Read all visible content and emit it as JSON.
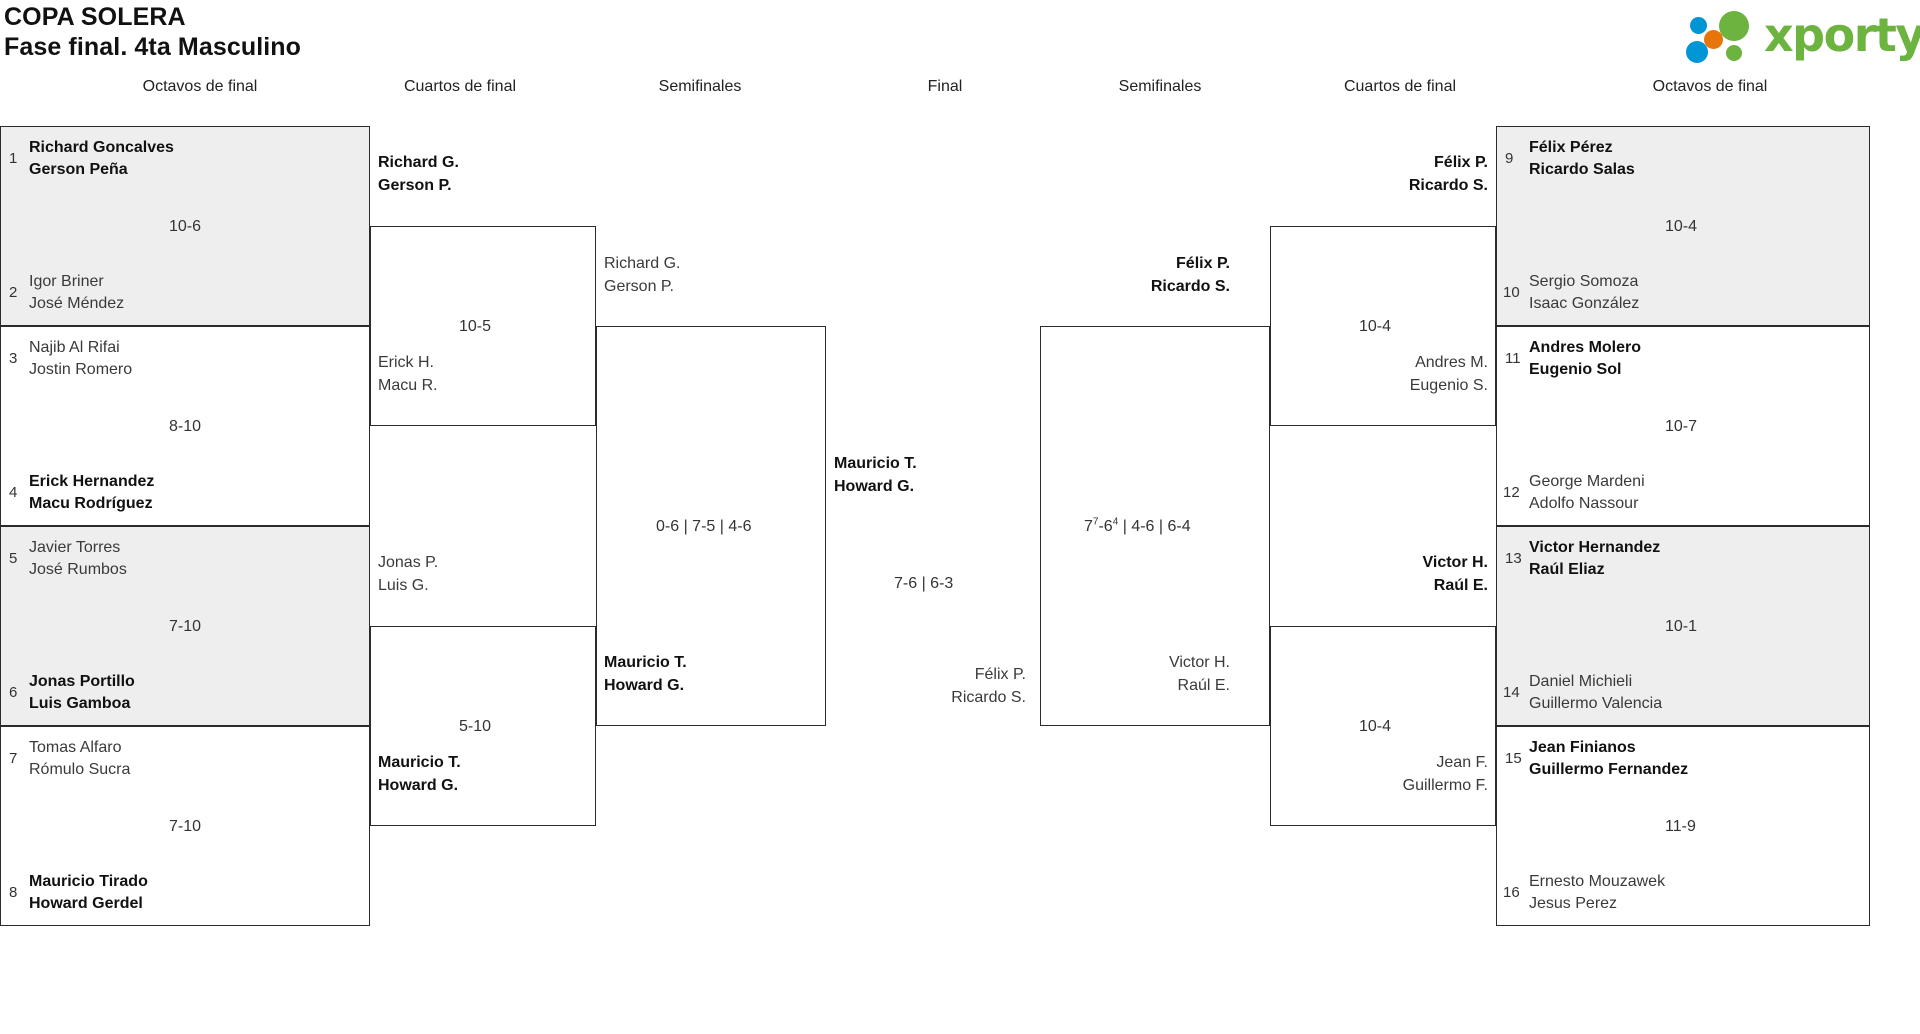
{
  "header": {
    "title": "COPA SOLERA",
    "subtitle": "Fase final. 4ta Masculino",
    "logo_text": "xporty",
    "logo_colors": {
      "green": "#6cb33f",
      "blue": "#0096d6",
      "orange": "#e8740c"
    }
  },
  "round_labels": {
    "left_r16": "Octavos de final",
    "left_qf": "Cuartos de final",
    "left_sf": "Semifinales",
    "final": "Final",
    "right_sf": "Semifinales",
    "right_qf": "Cuartos de final",
    "right_r16": "Octavos de final"
  },
  "left": {
    "r16": [
      {
        "seed_top": "1",
        "top_p1": "Richard Goncalves",
        "top_p2": "Gerson Peña",
        "top_won": true,
        "score": "10-6",
        "seed_bot": "2",
        "bot_p1": "Igor Briner",
        "bot_p2": "José Méndez",
        "bot_won": false,
        "shaded": true
      },
      {
        "seed_top": "3",
        "top_p1": "Najib Al Rifai",
        "top_p2": "Jostin Romero",
        "top_won": false,
        "score": "8-10",
        "seed_bot": "4",
        "bot_p1": "Erick Hernandez",
        "bot_p2": "Macu Rodríguez",
        "bot_won": true,
        "shaded": false
      },
      {
        "seed_top": "5",
        "top_p1": "Javier Torres",
        "top_p2": "José Rumbos",
        "top_won": false,
        "score": "7-10",
        "seed_bot": "6",
        "bot_p1": "Jonas Portillo",
        "bot_p2": "Luis Gamboa",
        "bot_won": true,
        "shaded": true
      },
      {
        "seed_top": "7",
        "top_p1": "Tomas Alfaro",
        "top_p2": "Rómulo Sucra",
        "top_won": false,
        "score": "7-10",
        "seed_bot": "8",
        "bot_p1": "Mauricio Tirado",
        "bot_p2": "Howard Gerdel",
        "bot_won": true,
        "shaded": false
      }
    ],
    "qf": [
      {
        "top_p1": "Richard G.",
        "top_p2": "Gerson P.",
        "top_won": true,
        "score": "10-5",
        "bot_p1": "Erick H.",
        "bot_p2": "Macu R.",
        "bot_won": false
      },
      {
        "top_p1": "Jonas P.",
        "top_p2": "Luis G.",
        "top_won": false,
        "score": "5-10",
        "bot_p1": "Mauricio T.",
        "bot_p2": "Howard G.",
        "bot_won": true
      }
    ],
    "sf": [
      {
        "top_p1": "Richard G.",
        "top_p2": "Gerson P.",
        "top_won": false,
        "score": "0-6 | 7-5 | 4-6",
        "bot_p1": "Mauricio T.",
        "bot_p2": "Howard G.",
        "bot_won": true
      }
    ]
  },
  "final": {
    "top_p1": "Mauricio T.",
    "top_p2": "Howard G.",
    "top_won": true,
    "score": "7-6 | 6-3",
    "bot_p1": "Félix P.",
    "bot_p2": "Ricardo S.",
    "bot_won": false
  },
  "right": {
    "sf": [
      {
        "top_p1": "Félix P.",
        "top_p2": "Ricardo S.",
        "top_won": true,
        "score_pre": "7",
        "score_sup1": "7",
        "score_mid": "-6",
        "score_sup2": "4",
        "score_post": " | 4-6 | 6-4",
        "score_plain": "7⁷-6⁴ | 4-6 | 6-4",
        "bot_p1": "Victor H.",
        "bot_p2": "Raúl E.",
        "bot_won": false
      }
    ],
    "qf": [
      {
        "top_p1": "Félix P.",
        "top_p2": "Ricardo S.",
        "top_won": true,
        "score": "10-4",
        "bot_p1": "Andres M.",
        "bot_p2": "Eugenio S.",
        "bot_won": false
      },
      {
        "top_p1": "Victor H.",
        "top_p2": "Raúl E.",
        "top_won": true,
        "score": "10-4",
        "bot_p1": "Jean F.",
        "bot_p2": "Guillermo F.",
        "bot_won": false
      }
    ],
    "r16": [
      {
        "seed_top": "9",
        "top_p1": "Félix Pérez",
        "top_p2": "Ricardo Salas",
        "top_won": true,
        "score": "10-4",
        "seed_bot": "10",
        "bot_p1": "Sergio Somoza",
        "bot_p2": "Isaac González",
        "bot_won": false,
        "shaded": true
      },
      {
        "seed_top": "11",
        "top_p1": "Andres Molero",
        "top_p2": "Eugenio Sol",
        "top_won": true,
        "score": "10-7",
        "seed_bot": "12",
        "bot_p1": "George Mardeni",
        "bot_p2": "Adolfo Nassour",
        "bot_won": false,
        "shaded": false
      },
      {
        "seed_top": "13",
        "top_p1": "Victor Hernandez",
        "top_p2": "Raúl Eliaz",
        "top_won": true,
        "score": "10-1",
        "seed_bot": "14",
        "bot_p1": "Daniel Michieli",
        "bot_p2": "Guillermo Valencia",
        "bot_won": false,
        "shaded": true
      },
      {
        "seed_top": "15",
        "top_p1": "Jean Finianos",
        "top_p2": "Guillermo Fernandez",
        "top_won": true,
        "score": "11-9",
        "seed_bot": "16",
        "bot_p1": "Ernesto Mouzawek",
        "bot_p2": "Jesus Perez",
        "bot_won": false,
        "shaded": false
      }
    ]
  }
}
